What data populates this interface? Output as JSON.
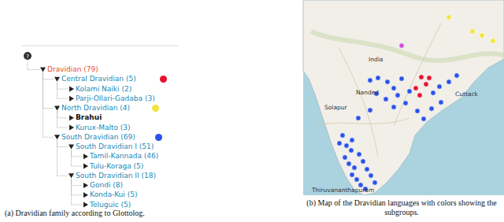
{
  "diagram": {
    "labels": [
      "Dravidian (79)",
      "Kolami Naiki (2)",
      "Parji-Ollari-Gadaba (3)",
      "Brahui",
      "Kurux-Malto (3)",
      "South Dravidian I (51)",
      "Tamil-Kannada (46)",
      "Tulu-Koraga (5)",
      "South Dravidian II (18)",
      "Gondi (8)",
      "Konda-Kui (5)",
      "Teluguic (5)",
      "India",
      "Nanded",
      "Solapur",
      "Cuttack",
      "Thiruvananthapuram",
      "(a) Dravidian family according to Glottolog.",
      "(b) Map of the Dravidian languages with colors showing the subgroups."
    ],
    "legend": [
      {
        "text": "Central Dravidian (5)",
        "color": "#e8112d"
      },
      {
        "text": "North Dravidian (4)",
        "color": "#f3e33a"
      },
      {
        "text": "South Dravidian (69)",
        "color": "#2a52e8"
      }
    ]
  }
}
